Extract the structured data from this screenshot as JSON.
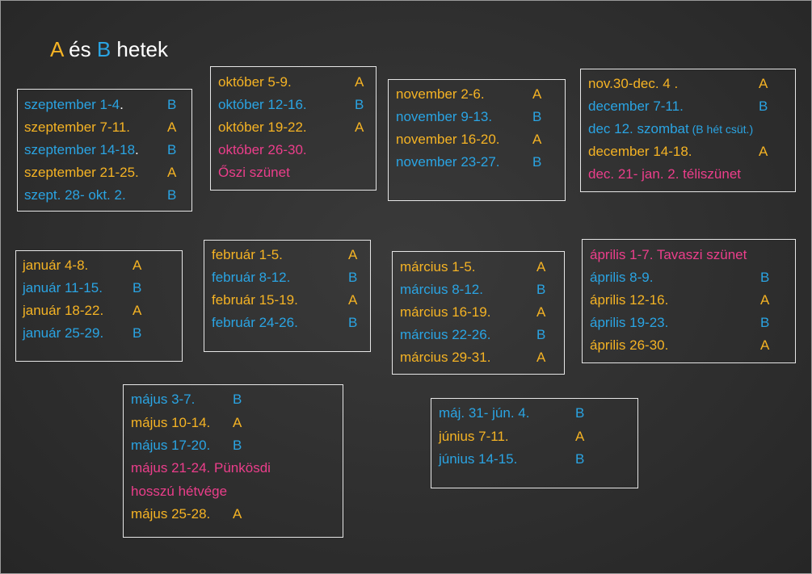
{
  "title": {
    "a": "A",
    "mid": " és ",
    "b": "B",
    "rest": " hetek"
  },
  "boxes": {
    "szept": [
      {
        "t": "szeptember  1-4",
        "dot": ".",
        "l": "B"
      },
      {
        "t": "szeptember 7-11.",
        "l": "A"
      },
      {
        "t": "szeptember 14-18",
        "dot": ".",
        "l": "B"
      },
      {
        "t": "szeptember 21-25.",
        "l": "A"
      },
      {
        "t": "szept. 28- okt. 2.",
        "l": "B"
      }
    ],
    "okt": [
      {
        "t": "október 5-9.",
        "l": "A"
      },
      {
        "t": "október 12-16.",
        "l": "B"
      },
      {
        "t": "október 19-22.",
        "l": "A"
      },
      {
        "t": "október 26-30."
      },
      {
        "t": "Őszi szünet"
      }
    ],
    "nov": [
      {
        "t": "november 2-6.",
        "l": "A"
      },
      {
        "t": "november 9-13.",
        "l": "B"
      },
      {
        "t": "november 16-20.",
        "l": "A"
      },
      {
        "t": "november 23-27.",
        "l": "B"
      }
    ],
    "dec": [
      {
        "t": "nov.30-dec. 4 .",
        "l": "A"
      },
      {
        "t": "december 7-11.",
        "l": "B"
      },
      {
        "t": "dec 12. szombat",
        "note": " (B hét csüt.)"
      },
      {
        "t": "december 14-18.",
        "l": "A"
      },
      {
        "t": "dec. 21- jan. 2. téliszünet"
      }
    ],
    "jan": [
      {
        "t": "január 4-8.",
        "l": "A"
      },
      {
        "t": "január 11-15.",
        "l": "B"
      },
      {
        "t": "január 18-22.",
        "l": "A"
      },
      {
        "t": "január 25-29.",
        "l": "B"
      }
    ],
    "feb": [
      {
        "t": "február 1-5.",
        "l": "A"
      },
      {
        "t": "február 8-12.",
        "l": "B"
      },
      {
        "t": "február 15-19.",
        "l": "A"
      },
      {
        "t": "február 24-26.",
        "l": "B"
      }
    ],
    "mar": [
      {
        "t": "március 1-5.",
        "l": "A"
      },
      {
        "t": "március 8-12.",
        "l": "B"
      },
      {
        "t": "március 16-19.",
        "l": "A"
      },
      {
        "t": "március 22-26.",
        "l": "B"
      },
      {
        "t": "március 29-31.",
        "l": "A"
      }
    ],
    "apr": [
      {
        "t": "április 1-7. Tavaszi szünet"
      },
      {
        "t": "április 8-9.",
        "l": "B"
      },
      {
        "t": "április 12-16.",
        "l": "A"
      },
      {
        "t": "április 19-23.",
        "l": "B"
      },
      {
        "t": "április 26-30.",
        "l": "A"
      }
    ],
    "maj": [
      {
        "t": "május 3-7.",
        "l": "B"
      },
      {
        "t": "május 10-14.",
        "l": "A"
      },
      {
        "t": "május 17-20.",
        "l": "B"
      },
      {
        "t": "május 21-24. Pünkösdi"
      },
      {
        "t": "hosszú hétvége"
      },
      {
        "t": "május 25-28.",
        "l": "A"
      }
    ],
    "jun": [
      {
        "t": "máj. 31- jún. 4.",
        "l": "B"
      },
      {
        "t": "június 7-11.",
        "l": "A"
      },
      {
        "t": "június 14-15.",
        "l": "B"
      }
    ]
  },
  "colors": {
    "a_week": "#f5b324",
    "b_week": "#2aa4e3",
    "holiday": "#ec3e8b",
    "background": "#2f2f2f"
  }
}
